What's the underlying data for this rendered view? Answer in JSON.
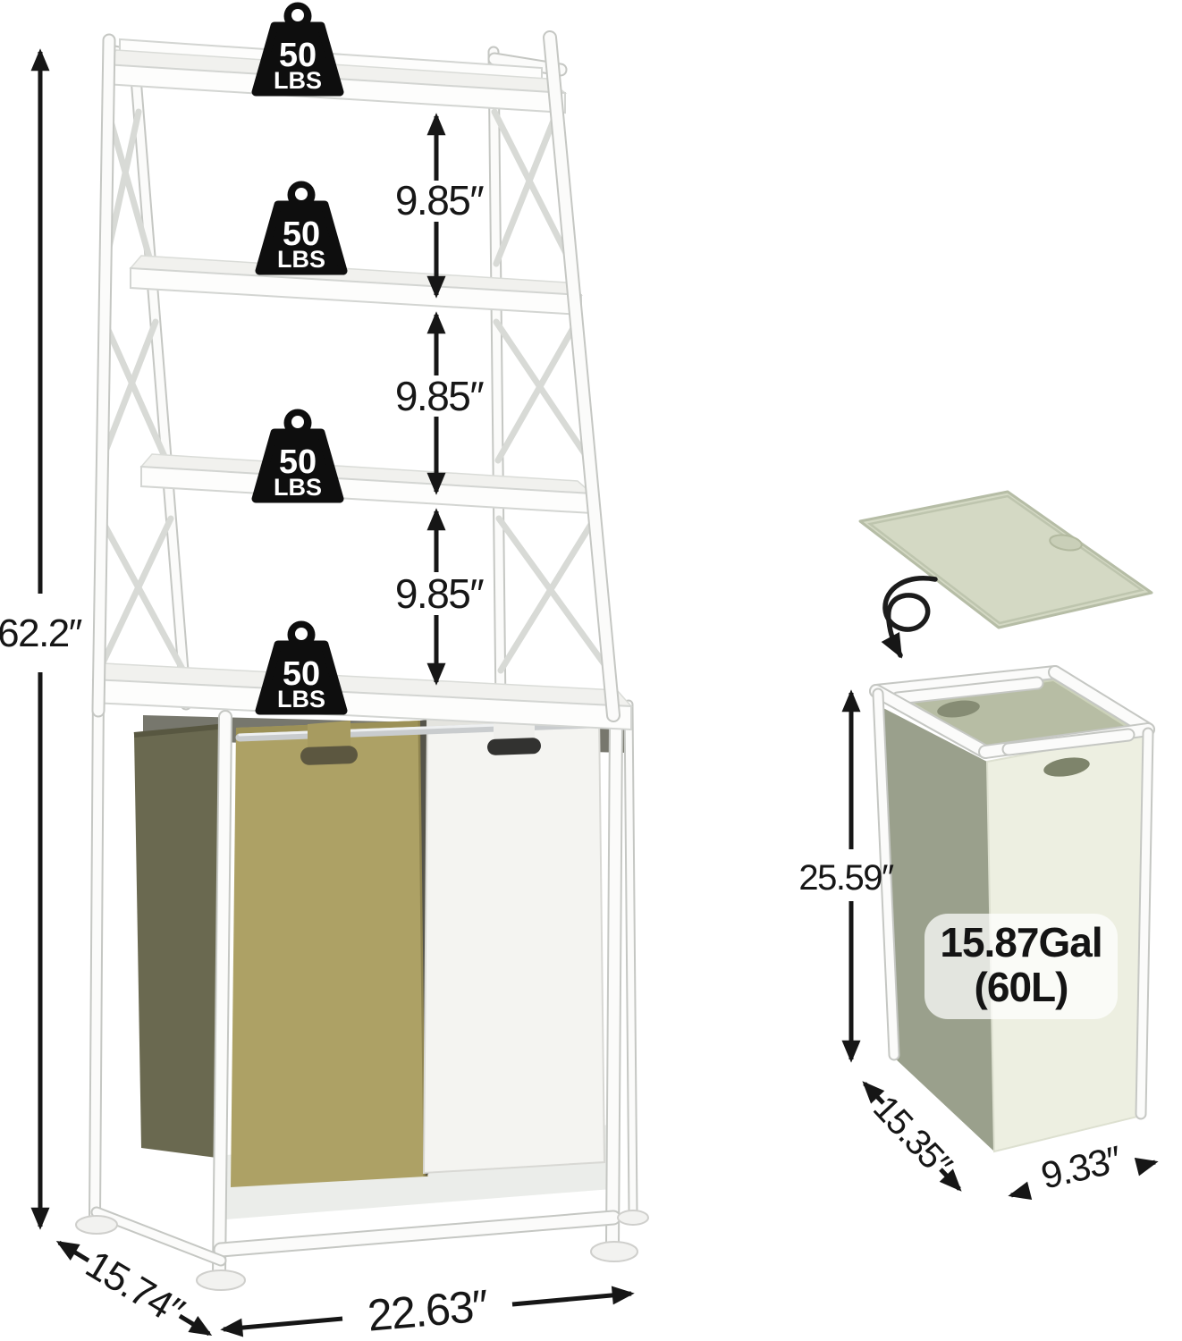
{
  "diagram": {
    "background": "#ffffff",
    "ink": "#161616"
  },
  "shelf_unit": {
    "load_badges": [
      {
        "value": "50",
        "unit": "LBS"
      },
      {
        "value": "50",
        "unit": "LBS"
      },
      {
        "value": "50",
        "unit": "LBS"
      },
      {
        "value": "50",
        "unit": "LBS"
      }
    ],
    "gap_labels": [
      "9.85″",
      "9.85″",
      "9.85″"
    ],
    "total_height_label": "62.2″",
    "depth_label": "15.74″",
    "width_label": "22.63″",
    "colors": {
      "frame": "#fbfbfa",
      "khaki_bag": "#ada165",
      "khaki_bag_side": "#6a6950",
      "white_bag": "#f4f4f1"
    }
  },
  "hamper_detail": {
    "height_label": "25.59″",
    "capacity_line1": "15.87Gal",
    "capacity_line2": "(60L)",
    "depth_label": "15.35″",
    "width_label": "9.33″",
    "colors": {
      "lid": "#d4d9c4",
      "side": "#9aa08c",
      "front": "#edefe1"
    }
  }
}
